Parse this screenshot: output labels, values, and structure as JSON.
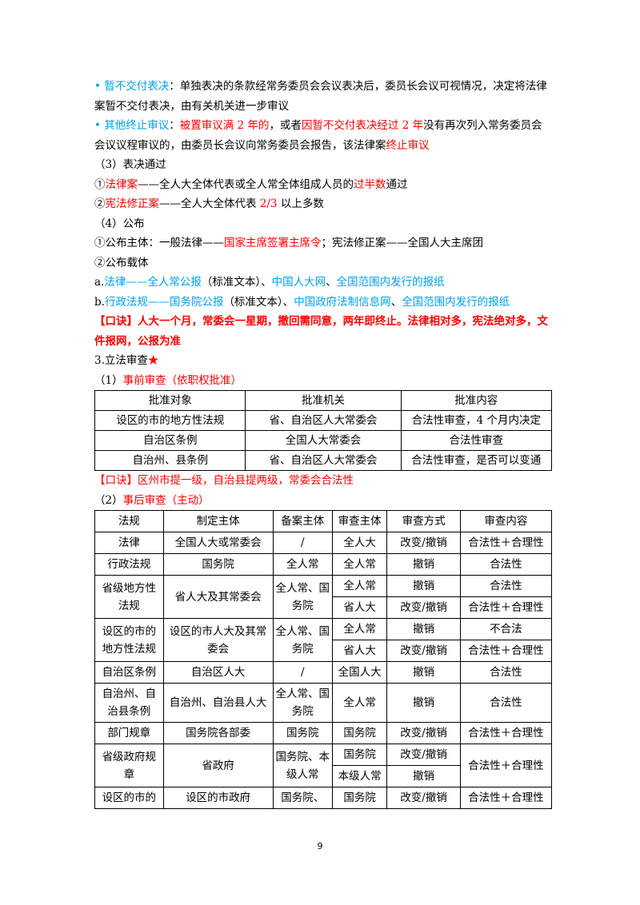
{
  "p1": {
    "bullet": "•",
    "term": "暂不交付表决",
    "text": "：单独表决的条款经常务委员会会议表决后，委员长会议可视情况，决定将法律案暂不交付表决，由有关机关进一步审议"
  },
  "p2": {
    "bullet": "•",
    "term": "其他终止审议",
    "c1": "：",
    "r1": "被置审议满 2 年的",
    "c2": "，或者",
    "r2": "因暂不交付表决经过 2 年",
    "c3": "没有再次列入常务委员会会议议程审议的，由委员长会议向常务委员会报告，该法律案",
    "r3": "终止审议"
  },
  "s3": "（3）表决通过",
  "v1": {
    "num": "①",
    "r": "法律案",
    "t1": "——全人大全体代表或全人常全体组成人员的",
    "r2": "过半数",
    "t2": "通过"
  },
  "v2": {
    "num": "②",
    "r": "宪法修正案",
    "t1": "——全人大全体代表 ",
    "r2": "2/3",
    "t2": " 以上多数"
  },
  "s4": "（4）公布",
  "g1": {
    "t1": "①公布主体：一般法律——",
    "r": "国家主席签署主席令",
    "t2": "；宪法修正案——全国人大主席团"
  },
  "g2": "②公布载体",
  "ga": {
    "pre": "a.",
    "b1": "法律——全人常公报",
    "t1": "（标准文本）、",
    "b2": "中国人大网",
    "t2": "、",
    "b3": "全国范围内发行的报纸"
  },
  "gb": {
    "pre": "b.",
    "b1": "行政法规——国务院公报",
    "t1": "（标准文本）、",
    "b2": "中国政府法制信息网",
    "t2": "、",
    "b3": "全国范围内发行的报纸"
  },
  "kj1": "【口诀】人大一个月，常委会一星期，撤回需同意，两年即终止。法律相对多，宪法绝对多，文件报网，公报为准",
  "h3": {
    "text": "3.立法审查",
    "star": "★"
  },
  "h31": {
    "pre": "（1）",
    "r": "事前审查（依职权批准）"
  },
  "table1": {
    "headers": [
      "批准对象",
      "批准机关",
      "批准内容"
    ],
    "rows": [
      [
        "设区的市的地方性法规",
        "省、自治区人大常委会",
        "合法性审查，4 个月内决定"
      ],
      [
        "自治区条例",
        "全国人大常委会",
        "合法性审查"
      ],
      [
        "自治州、县条例",
        "省、自治区人大常委会",
        "合法性审查，是否可以变通"
      ]
    ]
  },
  "kj2": "【口诀】区州市提一级，自治县提两级，常委会合法性",
  "h32": {
    "pre": "（2）",
    "r": "事后审查（主动）"
  },
  "table2": {
    "headers": [
      "法规",
      "制定主体",
      "备案主体",
      "审查主体",
      "审查方式",
      "审查内容"
    ],
    "law": [
      "法律",
      "全国人大或常委会",
      "/",
      "全人大",
      "改变/撤销",
      "合法性＋合理性"
    ],
    "admin": [
      "行政法规",
      "国务院",
      "全人常",
      "全人常",
      "撤销",
      "合法性"
    ],
    "prov": {
      "name": "省级地方性法规",
      "maker": "省人大及其常委会",
      "filing": "全人常、国务院",
      "r1": [
        "全人常",
        "撤销",
        "合法性"
      ],
      "r2": [
        "省人大",
        "改变/撤销",
        "合法性＋合理性"
      ]
    },
    "city": {
      "name": "设区的市的地方性法规",
      "maker": "设区的市人大及其常委会",
      "filing": "全人常、国务院",
      "r1": [
        "全人常",
        "撤销",
        "不合法"
      ],
      "r2": [
        "省人大",
        "改变/撤销",
        "合法性＋合理性"
      ]
    },
    "auto": [
      "自治区条例",
      "自治区人大",
      "/",
      "全国人大",
      "撤销",
      "合法性"
    ],
    "autozhou": [
      "自治州、自治县条例",
      "自治州、自治县人大",
      "全人常、国务院",
      "全人常",
      "撤销",
      "合法性"
    ],
    "dept": [
      "部门规章",
      "国务院各部委",
      "国务院",
      "国务院",
      "改变/撤销",
      "合法性＋合理性"
    ],
    "provgov": {
      "name": "省级政府规章",
      "maker": "省政府",
      "filing": "国务院、本级人常",
      "r1": [
        "国务院",
        "改变/撤销"
      ],
      "r2": [
        "本级人常",
        "撤销"
      ],
      "content": "合法性＋合理性"
    },
    "citygov": [
      "设区的市的",
      "设区的市政府",
      "国务院、",
      "国务院",
      "改变/撤销",
      "合法性＋合理性"
    ]
  },
  "page_number": "9"
}
